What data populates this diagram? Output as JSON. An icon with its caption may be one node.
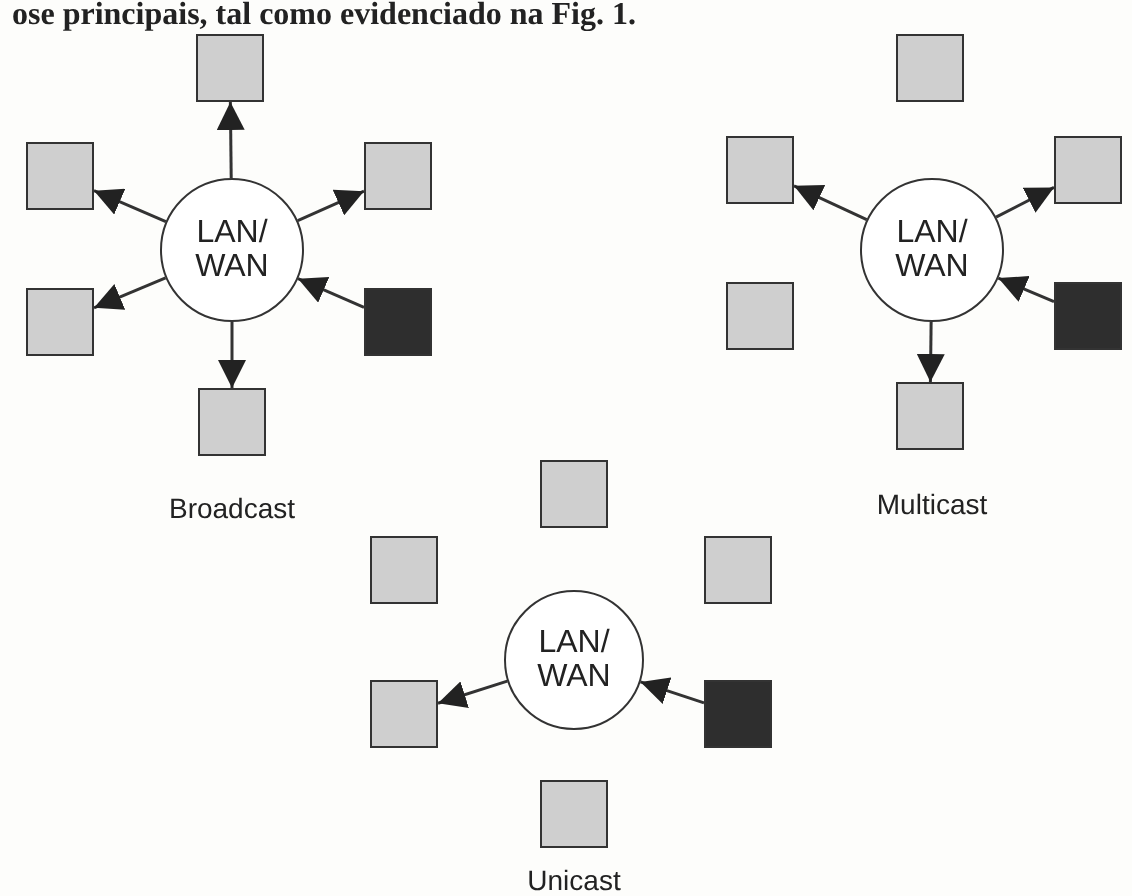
{
  "diagram": {
    "nodes": [
      {
        "text": [
          "LAN/ WAN"
        ]
      },
      {
        "text": [],
        "shape": "box"
      },
      {
        "text": [],
        "shape": "box"
      },
      {
        "text": [],
        "shape": "box"
      },
      {
        "text": [],
        "shape": "box"
      },
      {
        "text": [],
        "shape": "box"
      },
      {
        "text": [],
        "shape": "box"
      },
      {
        "text": [
          "LAN/ WAN"
        ]
      },
      {
        "text": [],
        "shape": "box"
      },
      {
        "text": [],
        "shape": "box"
      },
      {
        "text": [],
        "shape": "box"
      },
      {
        "text": [],
        "shape": "box"
      },
      {
        "text": [],
        "shape": "box"
      },
      {
        "text": [],
        "shape": "box"
      },
      {
        "text": [
          "LAN/ WAN"
        ]
      },
      {
        "text": [],
        "shape": "box"
      },
      {
        "text": [],
        "shape": "box"
      },
      {
        "text": [],
        "shape": "box"
      },
      {
        "text": [],
        "shape": "box"
      },
      {
        "text": [],
        "shape": "box"
      },
      {
        "text": [],
        "shape": "box"
      }
    ],
    "edges": [
      {
        "from": 0,
        "to": 1,
        "arrow": "to"
      },
      {
        "from": 0,
        "to": 2,
        "arrow": "to"
      },
      {
        "from": 0,
        "to": 3,
        "arrow": "to"
      },
      {
        "from": 0,
        "to": 4,
        "arrow": "to"
      },
      {
        "from": 5,
        "to": 0,
        "arrow": "to"
      },
      {
        "from": 0,
        "to": 6,
        "arrow": "to"
      },
      {
        "from": 7,
        "to": 9,
        "arrow": "to"
      },
      {
        "from": 7,
        "to": 10,
        "arrow": "to"
      },
      {
        "from": 12,
        "to": 7,
        "arrow": "to"
      },
      {
        "from": 7,
        "to": 13,
        "arrow": "to"
      },
      {
        "from": 14,
        "to": 18,
        "arrow": "to"
      },
      {
        "from": 19,
        "to": 14,
        "arrow": "to"
      }
    ],
    "labels": [
      "ose principais, tal como evidenciado na Fig. 1.",
      "Broadcast",
      "Multicast",
      "Unicast"
    ]
  }
}
